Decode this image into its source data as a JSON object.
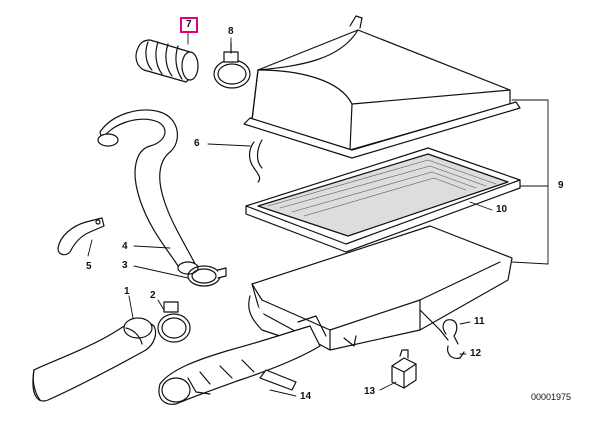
{
  "diagram": {
    "callouts": [
      {
        "id": "1",
        "label": "1"
      },
      {
        "id": "2",
        "label": "2"
      },
      {
        "id": "3",
        "label": "3"
      },
      {
        "id": "4",
        "label": "4"
      },
      {
        "id": "5",
        "label": "5"
      },
      {
        "id": "6",
        "label": "6"
      },
      {
        "id": "7",
        "label": "7",
        "highlighted": true
      },
      {
        "id": "8",
        "label": "8"
      },
      {
        "id": "9",
        "label": "9"
      },
      {
        "id": "10",
        "label": "10"
      },
      {
        "id": "11",
        "label": "11"
      },
      {
        "id": "12",
        "label": "12"
      },
      {
        "id": "13",
        "label": "13"
      },
      {
        "id": "14",
        "label": "14"
      }
    ],
    "document_number": "00001975",
    "highlight_color": "#e0007a",
    "line_color": "#111111"
  }
}
